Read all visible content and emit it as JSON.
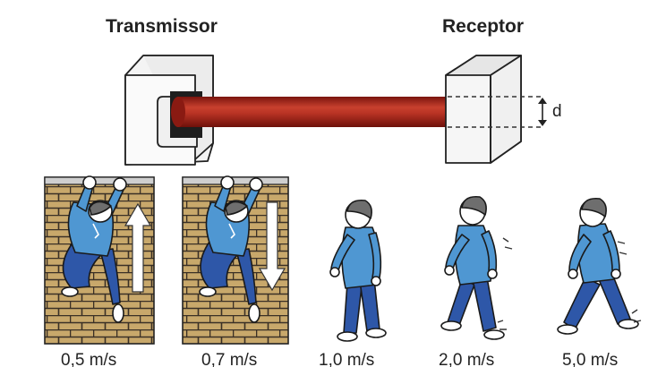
{
  "labels": {
    "transmitter": "Transmissor",
    "receiver": "Receptor",
    "distance": "d"
  },
  "speeds": [
    "0,5 m/s",
    "0,7 m/s",
    "1,0 m/s",
    "2,0 m/s",
    "5,0 m/s"
  ],
  "colors": {
    "beam": "#a8231a",
    "brick": "#c8a86b",
    "shirt": "#4f97d2",
    "pants": "#2e57a8",
    "hair": "#6e6e6e"
  }
}
